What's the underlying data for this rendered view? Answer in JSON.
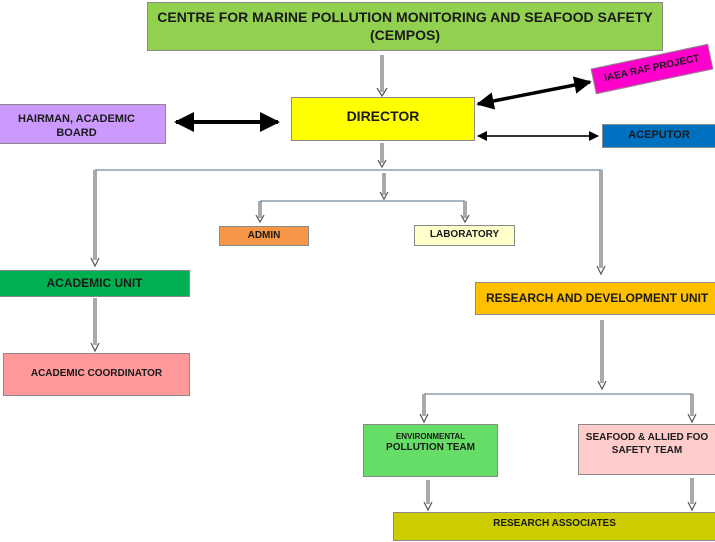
{
  "title": {
    "line1": "CENTRE FOR MARINE POLLUTION MONITORING AND SEAFOOD SAFETY",
    "line2": "(CEMPOS)"
  },
  "nodes": {
    "director": "DIRECTOR",
    "iaea": "IAEA RAF PROJECT",
    "chairman": "HAIRMAN, ACADEMIC BOARD",
    "aceputor": "ACEPUTOR",
    "admin": "ADMIN",
    "laboratory": "LABORATORY",
    "academic_unit": "ACADEMIC UNIT",
    "rd_unit": "RESEARCH AND DEVELOPMENT UNIT",
    "academic_coordinator": "ACADEMIC COORDINATOR",
    "env_team": {
      "line1": "ENVIRONMENTAL",
      "line2": "POLLUTION TEAM"
    },
    "seafood_team": {
      "line1": "SEAFOOD & ALLIED FOO",
      "line2": "SAFETY TEAM"
    },
    "research_associates": "RESEARCH ASSOCIATES"
  },
  "colors": {
    "title": "#92d050",
    "director": "#ffff00",
    "iaea": "#ff00cc",
    "chairman": "#cc99ff",
    "aceputor": "#0070c0",
    "admin": "#f79646",
    "laboratory": "#ffffcc",
    "academic_unit": "#00b050",
    "rd_unit": "#ffc000",
    "academic_coordinator": "#ff9999",
    "env_team": "#66dd66",
    "seafood_team": "#ffcccc",
    "research_associates": "#cccc00"
  },
  "connections": [
    {
      "from": "title",
      "to": "director"
    },
    {
      "from": "director",
      "to": "iaea",
      "bidirectional": true
    },
    {
      "from": "director",
      "to": "chairman",
      "bidirectional": true
    },
    {
      "from": "director",
      "to": "aceputor",
      "bidirectional": true
    },
    {
      "from": "director",
      "to": "academic_unit"
    },
    {
      "from": "director",
      "to": "admin"
    },
    {
      "from": "director",
      "to": "laboratory"
    },
    {
      "from": "director",
      "to": "rd_unit"
    },
    {
      "from": "academic_unit",
      "to": "academic_coordinator"
    },
    {
      "from": "rd_unit",
      "to": "env_team"
    },
    {
      "from": "rd_unit",
      "to": "seafood_team"
    },
    {
      "from": "env_team",
      "to": "research_associates"
    },
    {
      "from": "seafood_team",
      "to": "research_associates"
    }
  ]
}
